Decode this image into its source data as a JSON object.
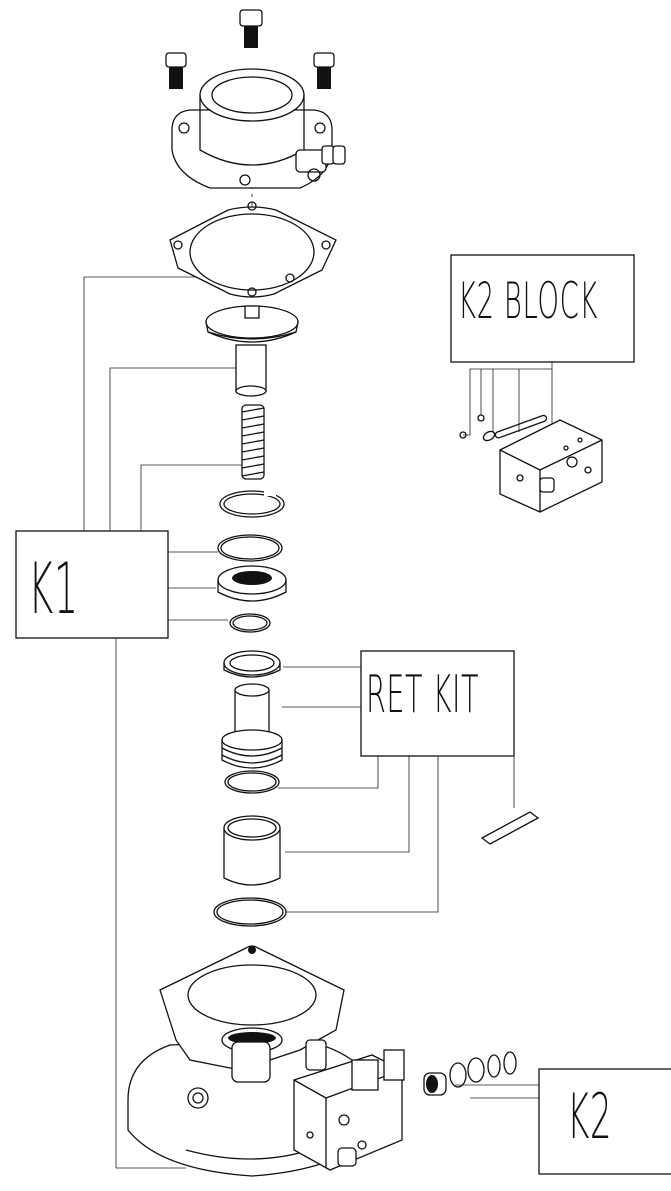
{
  "labels": {
    "k1": "K1",
    "ret_kit": "RET KIT",
    "k2_block": "K2 BLOCK",
    "k2": "K2"
  },
  "colors": {
    "ink": "#111111",
    "background": "#ffffff"
  }
}
